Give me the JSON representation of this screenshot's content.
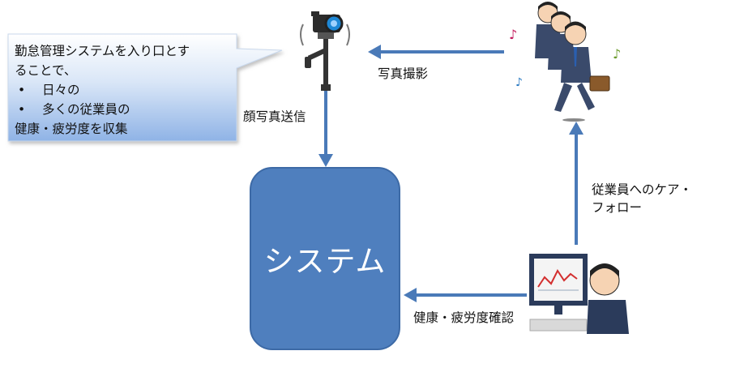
{
  "callout": {
    "lines": [
      "勤怠管理システムを入り口とす",
      "ることで、"
    ],
    "bullets": [
      "日々の",
      "多くの従業員の"
    ],
    "last_line": "健康・疲労度を収集",
    "bullet_char": "•"
  },
  "system": {
    "label": "システム"
  },
  "labels": {
    "photo": "写真撮影",
    "face_send": "顔写真送信",
    "care": [
      "従業員へのケア・",
      "フォロー"
    ],
    "check": "健康・疲労度確認"
  },
  "colors": {
    "box_fill": "#4f7fbe",
    "arrow": "#4a7ab8",
    "callout_top": "#ffffff",
    "callout_bottom": "#8fb3e6"
  },
  "icons": [
    "camera-on-tripod-icon",
    "walking-businessmen-icon",
    "person-at-computer-icon"
  ]
}
